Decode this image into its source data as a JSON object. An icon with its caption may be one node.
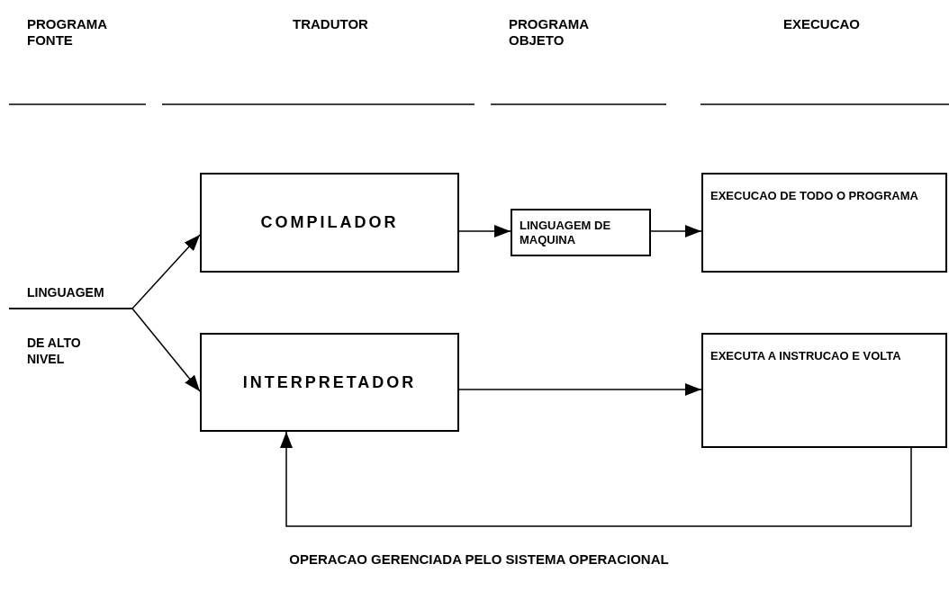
{
  "diagram": {
    "caption": "OPERACAO GERENCIADA PELO SISTEMA OPERACIONAL",
    "nodes": [
      {
        "text": [
          "LINGUAGEM",
          "DE ALTO NIVEL"
        ]
      },
      {
        "text": [
          "COMPILADOR"
        ]
      },
      {
        "text": [
          "LINGUAGEM DE MAQUINA"
        ]
      },
      {
        "text": [
          "EXECUCAO DE TODO O PROGRAMA"
        ]
      },
      {
        "text": [
          "INTERPRETADOR"
        ]
      },
      {
        "text": [
          "EXECUTA A INSTRUCAO E VOLTA"
        ]
      }
    ],
    "edges": [
      {
        "from": 0,
        "to": 1,
        "arrow": "to"
      },
      {
        "from": 0,
        "to": 4,
        "arrow": "to"
      },
      {
        "from": 1,
        "to": 2,
        "arrow": "to"
      },
      {
        "from": 2,
        "to": 3,
        "arrow": "to"
      },
      {
        "from": 4,
        "to": 5,
        "arrow": "to"
      },
      {
        "from": 5,
        "to": 4,
        "arrow": "to"
      }
    ],
    "labels": [
      "PROGRAMA FONTE",
      "TRADUTOR",
      "PROGRAMA OBJETO",
      "EXECUCAO"
    ]
  }
}
